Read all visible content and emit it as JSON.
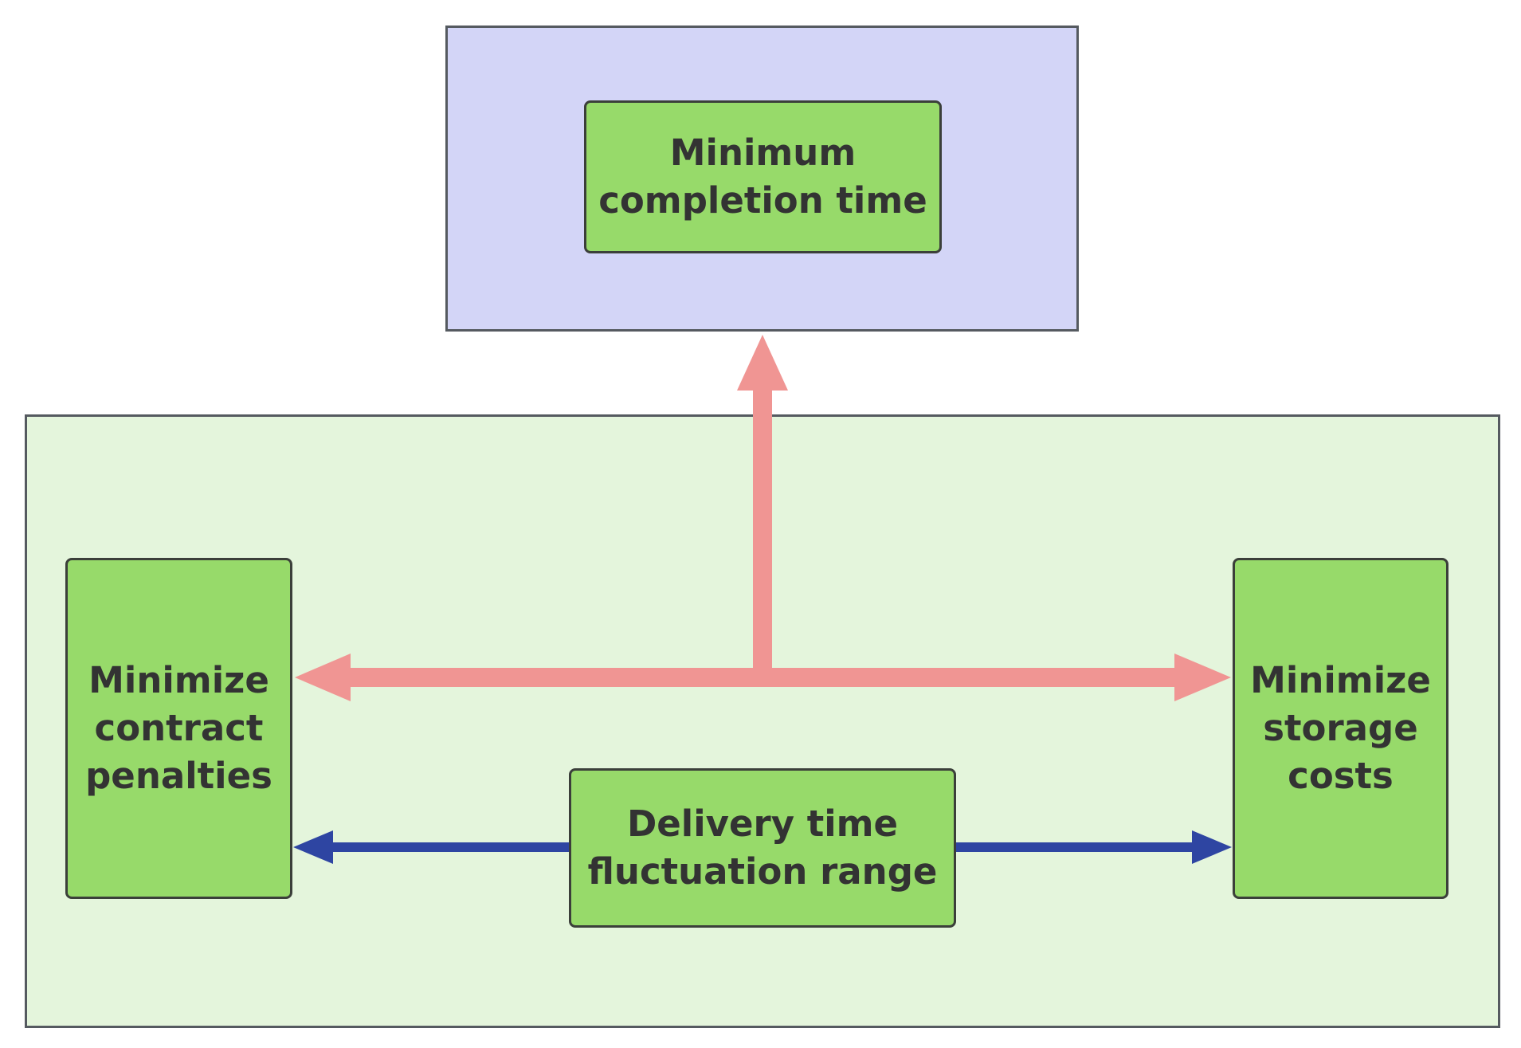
{
  "nodes": {
    "top": {
      "label": "Minimum completion time",
      "lines": [
        "Minimum",
        "completion time"
      ]
    },
    "left": {
      "label": "Minimize contract penalties",
      "lines": [
        "Minimize",
        "contract",
        "penalties"
      ]
    },
    "right": {
      "label": "Minimize storage costs",
      "lines": [
        "Minimize",
        "storage",
        "costs"
      ]
    },
    "center": {
      "label": "Delivery time fluctuation range",
      "lines": [
        "Delivery time",
        "fluctuation range"
      ]
    }
  },
  "colors": {
    "top_container_fill": "#d3d5f7",
    "bottom_container_fill": "#e4f5dc",
    "node_fill": "#97da6a",
    "pink_arrow": "#f09593",
    "blue_arrow": "#2e45a2"
  }
}
